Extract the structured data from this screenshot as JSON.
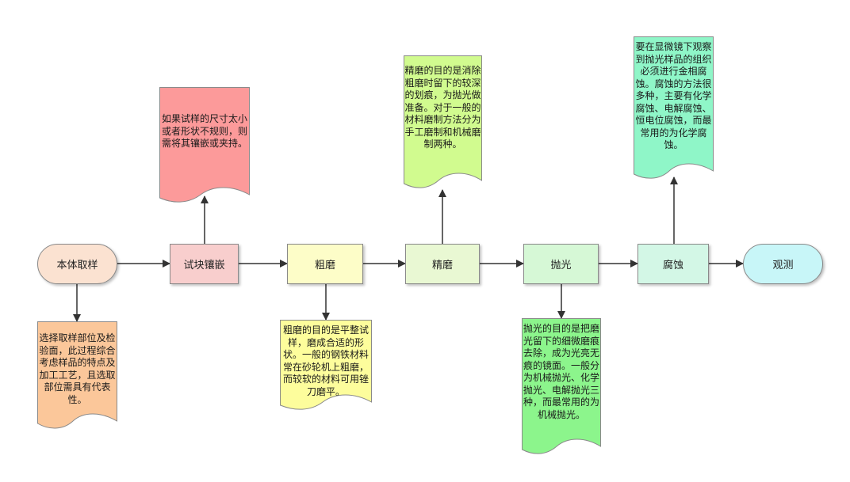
{
  "colors": {
    "arrow": "#333333",
    "node_border": "#8a8a8a",
    "sampling": "#fbe2d1",
    "mounting": "#f8cecd",
    "coarse_grinding": "#fdfdc8",
    "fine_grinding": "#e9f8d3",
    "polishing": "#d6f8d6",
    "etching": "#d3f7e6",
    "observation": "#c8f6f8",
    "note_sampling": "#fbc79a",
    "note_mounting": "#fc9a9a",
    "note_coarse": "#fdfd9c",
    "note_fine": "#d1fb8f",
    "note_polishing": "#8cf58c",
    "note_etching": "#8ff6c8"
  },
  "nodes": {
    "sampling": "本体取样",
    "mounting": "试块镶嵌",
    "coarse_grinding": "粗磨",
    "fine_grinding": "精磨",
    "polishing": "抛光",
    "etching": "腐蚀",
    "observation": "观测"
  },
  "notes": {
    "sampling": "选择取样部位及检验面，此过程综合考虑样品的特点及加工工艺，且选取部位需具有代表性。",
    "mounting": "如果试样的尺寸太小或者形状不规则，则需将其镶嵌或夹持。",
    "coarse": "粗磨的目的是平整试样，磨成合适的形状。一般的钢铁材料常在砂轮机上粗磨，而较软的材料可用锉刀磨平。",
    "fine": "精磨的目的是消除粗磨时留下的较深的划痕，为抛光做准备。对于一般的材料磨制方法分为手工磨制和机械磨制两种。",
    "polishing": "抛光的目的是把磨光留下的细微磨痕去除，成为光亮无痕的镜面。一般分为机械抛光、化学抛光、电解抛光三种，而最常用的为机械抛光。",
    "etching": "要在显微镜下观察到抛光样品的组织必须进行金相腐蚀。腐蚀的方法很多种，主要有化学腐蚀、电解腐蚀、恒电位腐蚀，而最常用的为化学腐蚀。"
  }
}
